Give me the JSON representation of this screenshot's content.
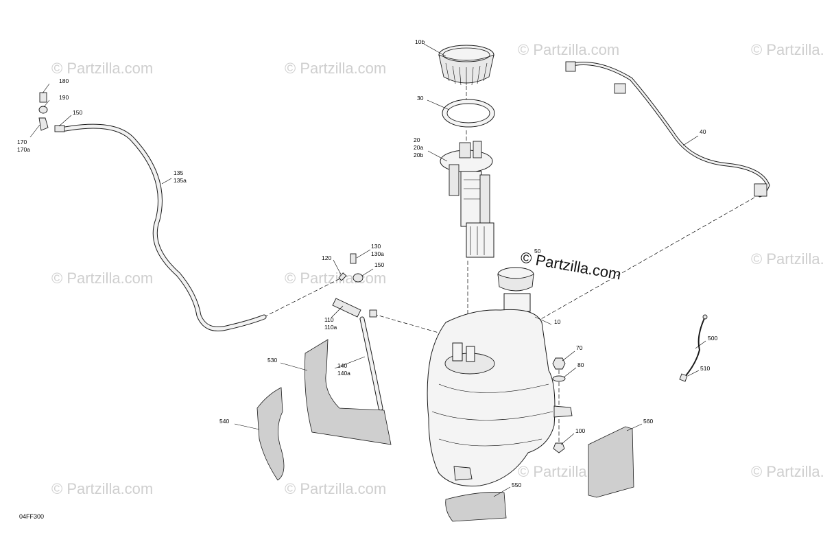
{
  "diagram": {
    "drawing_number": "04FF300",
    "brand_text": "© Partzilla.com",
    "watermark_text": "© Partzilla.com",
    "colors": {
      "line": "#1a1a1a",
      "watermark": "#cfcfcf",
      "background": "#ffffff"
    },
    "callouts": {
      "c10b": "10b",
      "c30": "30",
      "c20": "20",
      "c20a": "20a",
      "c20b": "20b",
      "c40": "40",
      "c180": "180",
      "c190": "190",
      "c150a": "150",
      "c170": "170",
      "c170a": "170a",
      "c135": "135",
      "c135a": "135a",
      "c120": "120",
      "c130": "130",
      "c130a": "130a",
      "c150b": "150",
      "c110": "110",
      "c110a": "110a",
      "c50": "50",
      "c10": "10",
      "c70": "70",
      "c80": "80",
      "c100": "100",
      "c140": "140",
      "c140a": "140a",
      "c530": "530",
      "c540": "540",
      "c550": "550",
      "c560": "560",
      "c500": "500",
      "c510": "510"
    }
  }
}
